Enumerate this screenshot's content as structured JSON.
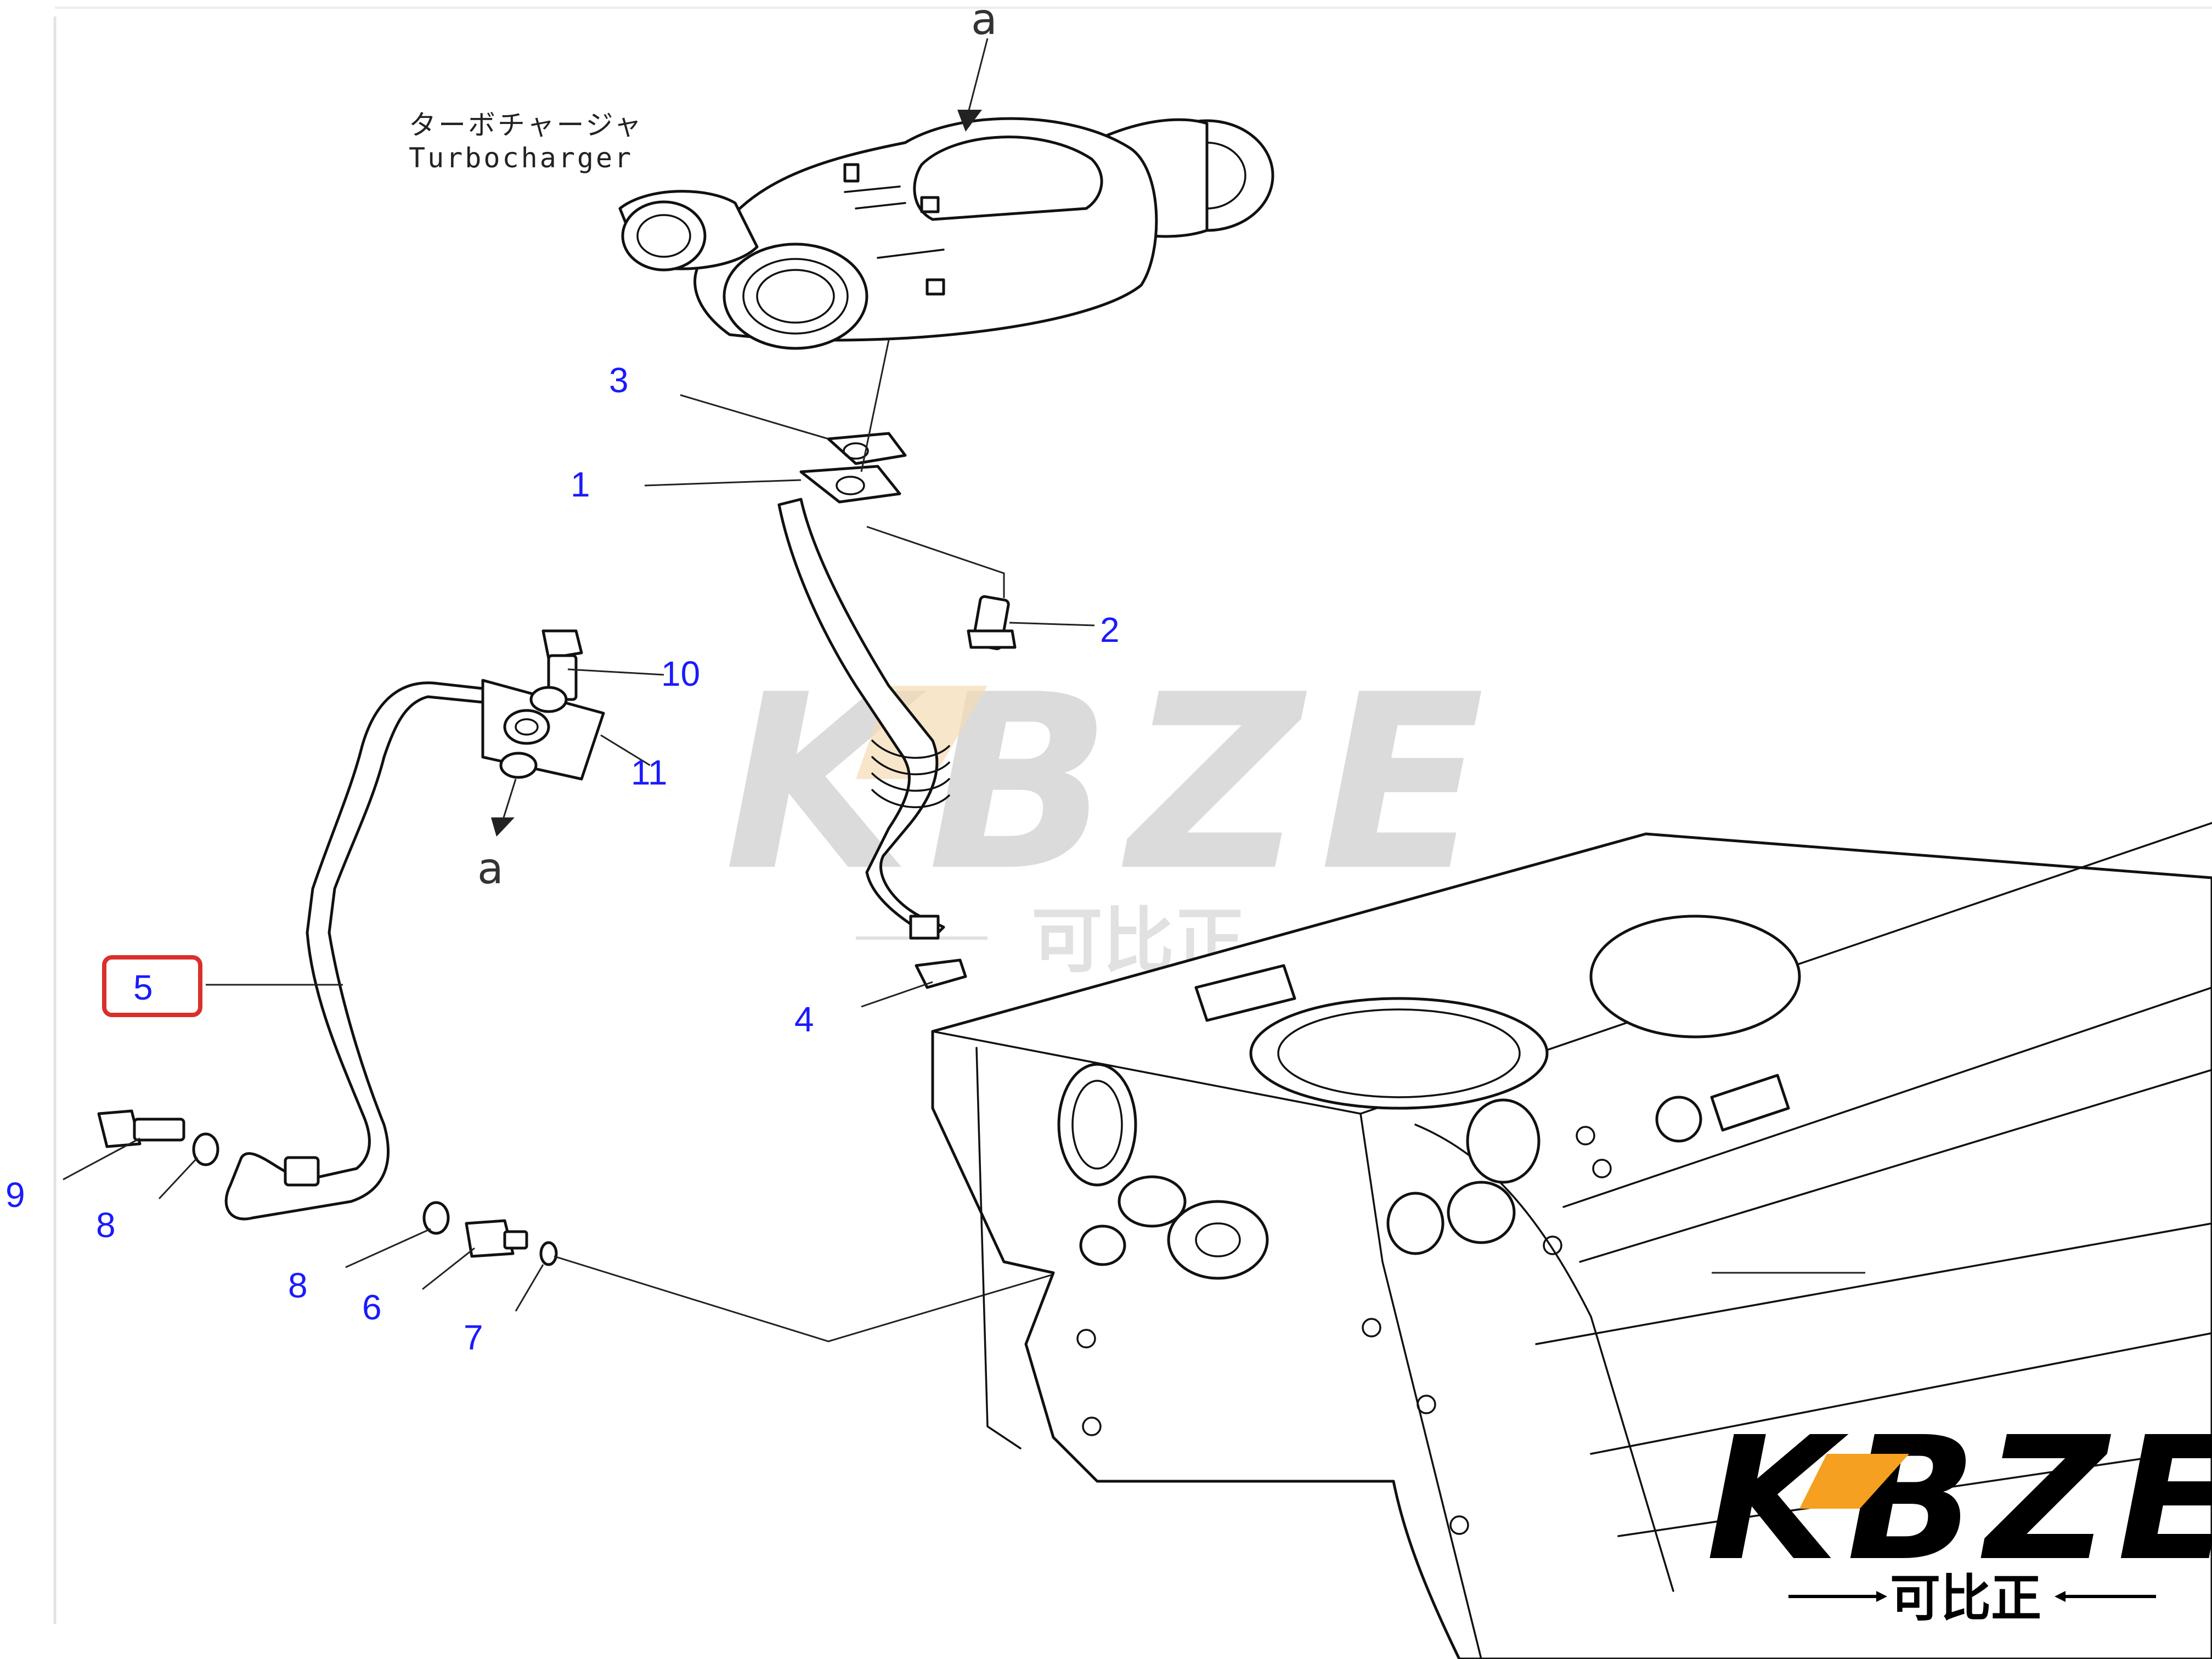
{
  "labels": {
    "p1": "1",
    "p2": "2",
    "p3": "3",
    "p4": "4",
    "p5": "5",
    "p6": "6",
    "p7": "7",
    "p8a": "8",
    "p8b": "8",
    "p9": "9",
    "p10": "10",
    "p11": "11"
  },
  "markers": {
    "top": "a",
    "bottom": "a"
  },
  "caption": {
    "jp": "ターボチャージャ",
    "en": "Turbocharger"
  },
  "watermark": {
    "brand": "KBZE",
    "cn": "可比正"
  },
  "logo": {
    "brand": "KBZE",
    "cn": "可比正"
  },
  "colors": {
    "label": "#1a1aff",
    "highlight": "#d9302c",
    "accent": "#f5a020",
    "line": "#111111"
  },
  "highlighted_part": "5"
}
